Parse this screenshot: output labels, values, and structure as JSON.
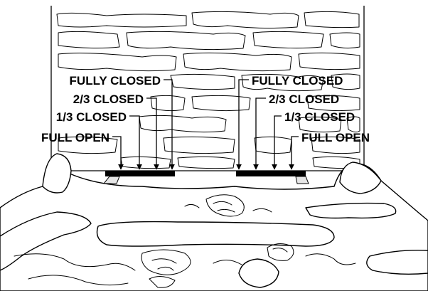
{
  "left_labels": {
    "fully_closed": "FULLY CLOSED",
    "two_thirds": "2/3 CLOSED",
    "one_third": "1/3 CLOSED",
    "full_open": "FULL OPEN"
  },
  "right_labels": {
    "fully_closed": "FULLY CLOSED",
    "two_thirds": "2/3 CLOSED",
    "one_third": "1/3 CLOSED",
    "full_open": "FULL OPEN"
  }
}
